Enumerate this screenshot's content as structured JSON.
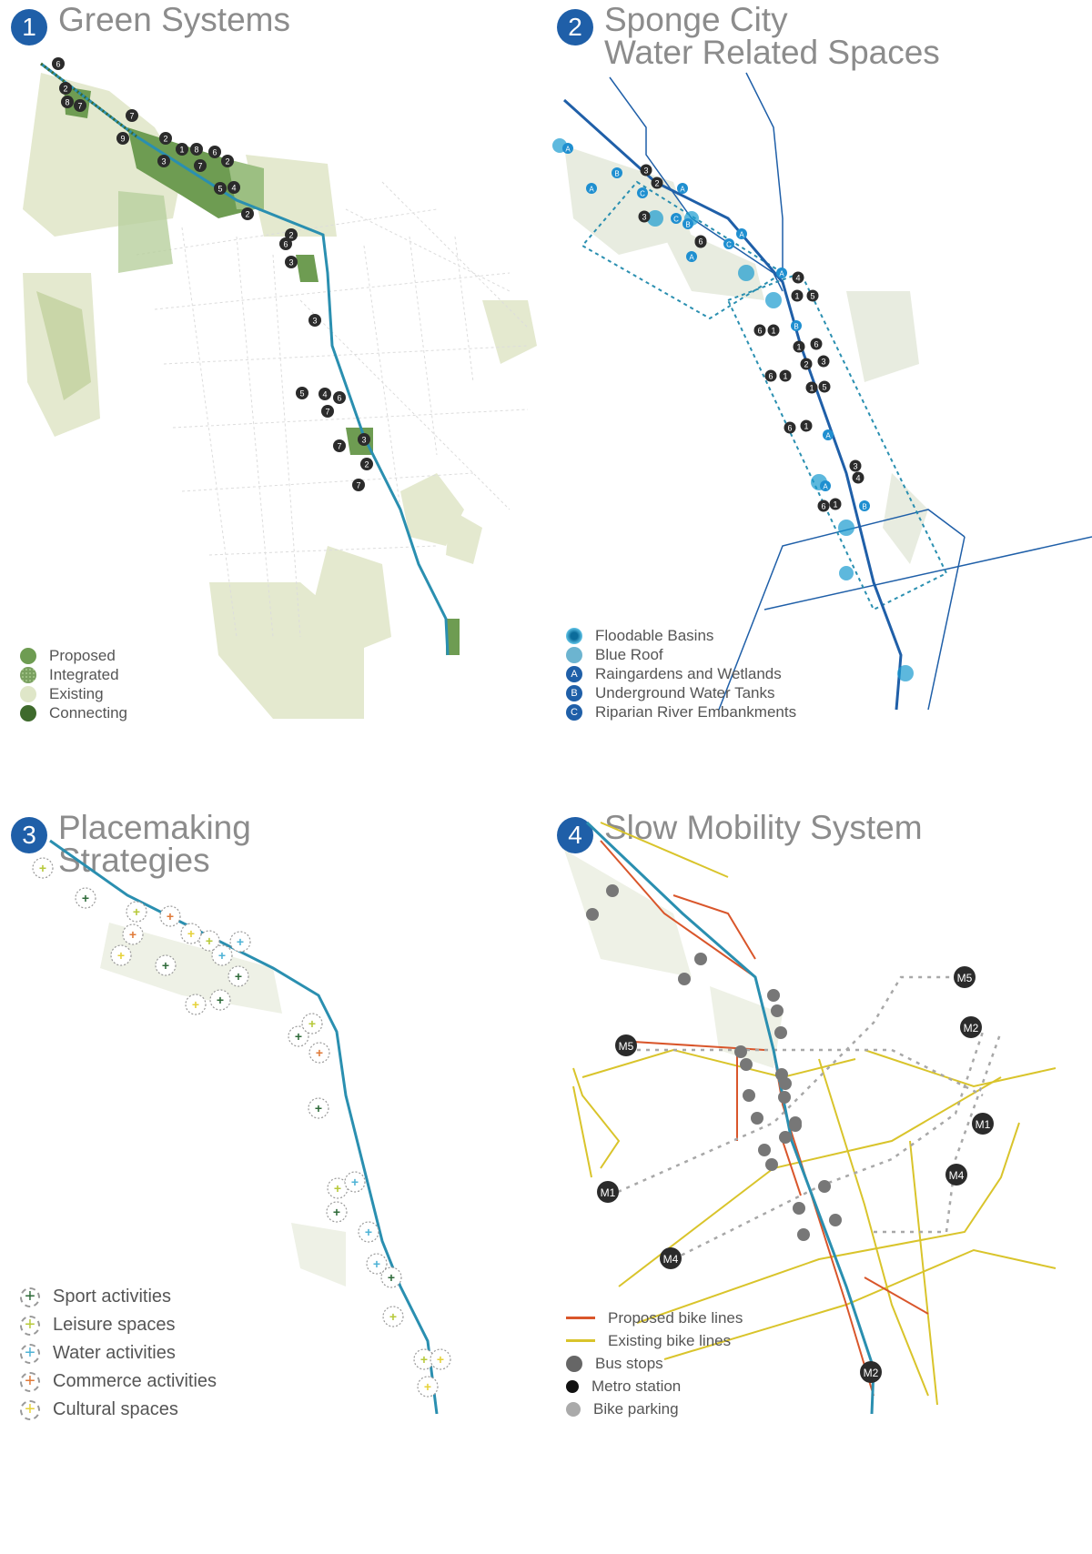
{
  "panels": [
    {
      "number": "1",
      "title_lines": [
        "Green Systems"
      ],
      "legend": [
        {
          "label": "Proposed",
          "color": "#6e9c52"
        },
        {
          "label": "Integrated",
          "color": "#9cbf82"
        },
        {
          "label": "Existing",
          "color": "#dfe6c8"
        },
        {
          "label": "Connecting",
          "color": "#3e6a2c"
        }
      ]
    },
    {
      "number": "2",
      "title_lines": [
        "Sponge City",
        "Water Related Spaces"
      ],
      "legend": [
        {
          "label": "Floodable Basins",
          "icon": "A"
        },
        {
          "label": "Blue Roof"
        },
        {
          "label": "Raingardens and Wetlands",
          "icon": "A"
        },
        {
          "label": "Underground Water Tanks",
          "icon": "B"
        },
        {
          "label": "Riparian River Embankments",
          "icon": "C"
        }
      ]
    },
    {
      "number": "3",
      "title_lines": [
        "Placemaking",
        "Strategies"
      ],
      "legend": [
        {
          "label": "Sport activities",
          "color": "#2f6b3a"
        },
        {
          "label": "Leisure spaces",
          "color": "#b7c93a"
        },
        {
          "label": "Water activities",
          "color": "#4fb3d6"
        },
        {
          "label": "Commerce activities",
          "color": "#e07b3a"
        },
        {
          "label": "Cultural spaces",
          "color": "#e6d23a"
        }
      ]
    },
    {
      "number": "4",
      "title_lines": [
        "Slow Mobility System"
      ],
      "legend": [
        {
          "label": "Proposed bike lines",
          "color": "#d9562b"
        },
        {
          "label": "Existing bike lines",
          "color": "#d9c42b"
        },
        {
          "label": "Bus stops",
          "color": "#666666"
        },
        {
          "label": "Metro station",
          "color": "#111111"
        },
        {
          "label": "Bike parking",
          "color": "#aaaaaa"
        }
      ],
      "metro_labels": [
        "M5",
        "M2",
        "M5",
        "M1",
        "M4",
        "M1",
        "M4",
        "M2"
      ]
    }
  ],
  "markers": {
    "p1": [
      "6",
      "2",
      "8",
      "7",
      "7",
      "9",
      "2",
      "1",
      "8",
      "6",
      "3",
      "7",
      "2",
      "5",
      "4",
      "2",
      "2",
      "6",
      "3",
      "3",
      "5",
      "4",
      "6",
      "7",
      "7",
      "3",
      "2",
      "7"
    ],
    "p2": [
      "3",
      "2",
      "6",
      "3",
      "6",
      "4",
      "1",
      "5",
      "6",
      "1",
      "1",
      "6",
      "2",
      "3",
      "6",
      "1",
      "1",
      "5",
      "6",
      "1",
      "3",
      "4",
      "6",
      "1"
    ],
    "p2_letters": [
      "A",
      "A",
      "B",
      "C",
      "A",
      "C",
      "B",
      "A",
      "A",
      "C",
      "B",
      "A",
      "A",
      "A",
      "B"
    ]
  }
}
